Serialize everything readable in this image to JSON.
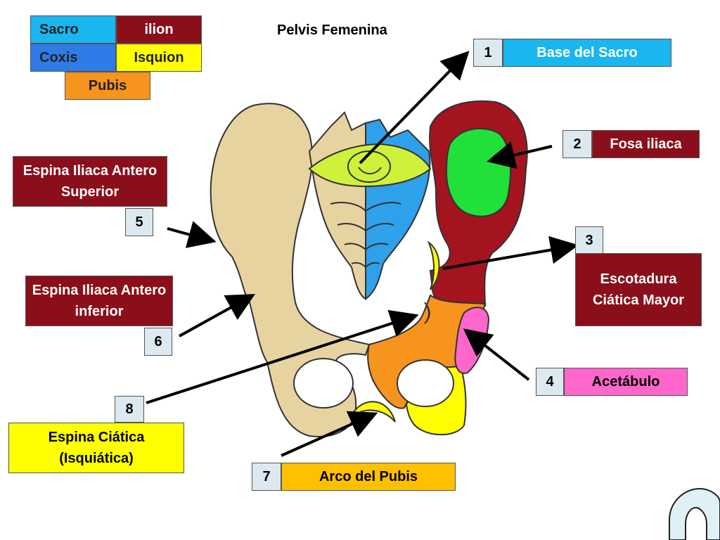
{
  "title": "Pelvis Femenina",
  "legend": {
    "sacro": "Sacro",
    "ilion": "ilion",
    "coxis": "Coxis",
    "isquion": "Isquion",
    "pubis": "Pubis"
  },
  "colors": {
    "sacro": "#19b6f0",
    "ilion": "#8b0f1a",
    "coxis": "#2f7be8",
    "isquion": "#ffff00",
    "pubis": "#f7941d",
    "acetabulo": "#ff66cc",
    "fosa": "#22e03a",
    "bone": "#e7d3a0",
    "number_box": "#dde9f0"
  },
  "labels": [
    {
      "num": "1",
      "text": "Base del Sacro"
    },
    {
      "num": "2",
      "text": "Fosa iliaca"
    },
    {
      "num": "3",
      "text": "Escotadura Ciática Mayor"
    },
    {
      "num": "4",
      "text": "Acetábulo"
    },
    {
      "num": "5",
      "text": "Espina Iliaca Antero Superior"
    },
    {
      "num": "6",
      "text": "Espina Iliaca Antero inferior"
    },
    {
      "num": "7",
      "text": "Arco del Pubis"
    },
    {
      "num": "8",
      "text": "Espina Ciática (Isquiática)"
    }
  ]
}
